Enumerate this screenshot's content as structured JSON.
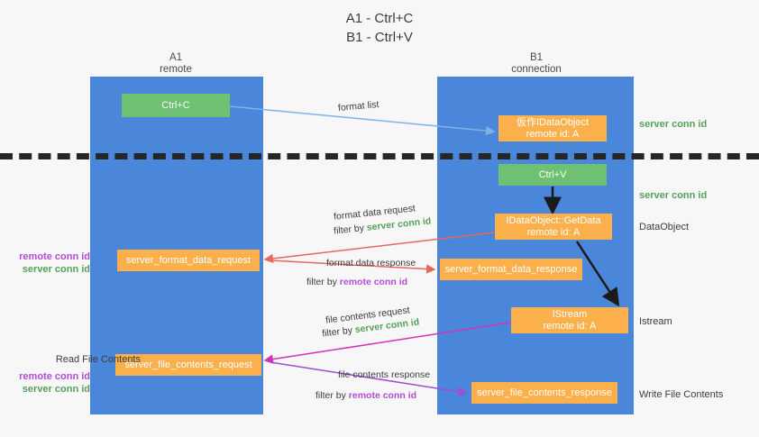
{
  "title": "A1 - Ctrl+C\nB1 - Ctrl+V",
  "columns": {
    "a1": "A1\nremote",
    "b1": "B1\nconnection"
  },
  "boxes": {
    "ctrl_c": "Ctrl+C",
    "idataobject": "仮作IDataObject\nremote id: A",
    "ctrl_v": "Ctrl+V",
    "getdata": "IDataObject::GetData\nremote id: A",
    "server_format_data_request": "server_format_data_request",
    "server_format_data_response": "server_format_data_response",
    "istream": "IStream\nremote id: A",
    "server_file_contents_request": "server_file_contents_request",
    "server_file_contents_response": "server_file_contents_response"
  },
  "right_labels": {
    "server_conn_id_1": "server conn id",
    "server_conn_id_2": "server conn id",
    "dataobject": "DataObject",
    "istream": "Istream",
    "write_file_contents": "Write File Contents"
  },
  "left_labels": {
    "remote_conn_id_1": "remote conn id",
    "server_conn_id_1": "server conn id",
    "read_file_contents": "Read File Contents",
    "remote_conn_id_2": "remote conn id",
    "server_conn_id_2": "server conn id"
  },
  "flows": {
    "format_list": "format list",
    "format_data_request": "format data request",
    "format_data_request_filter_prefix": "filter by ",
    "format_data_request_filter_value": "server conn id",
    "format_data_response": "format data response",
    "format_data_response_filter_prefix": "filter by ",
    "format_data_response_filter_value": "remote conn id",
    "file_contents_request": "file contents request",
    "file_contents_request_filter_prefix": "filter by ",
    "file_contents_request_filter_value": "server conn id",
    "file_contents_response": "file contents response",
    "file_contents_response_filter_prefix": "filter by ",
    "file_contents_response_filter_value": "remote conn id"
  },
  "colors": {
    "lane_blue": "#4a86da",
    "box_green": "#6ec072",
    "box_orange": "#fbb04c",
    "server_conn_green": "#57a05c",
    "remote_conn_purple": "#b44bd6",
    "arrow_blue": "#7eb3e8",
    "arrow_red": "#e8685d",
    "arrow_magenta": "#d431b6",
    "arrow_purple": "#a24bd6",
    "arrow_black": "#1b1b1b",
    "divider_black": "#262626",
    "background": "#f7f7f7"
  }
}
